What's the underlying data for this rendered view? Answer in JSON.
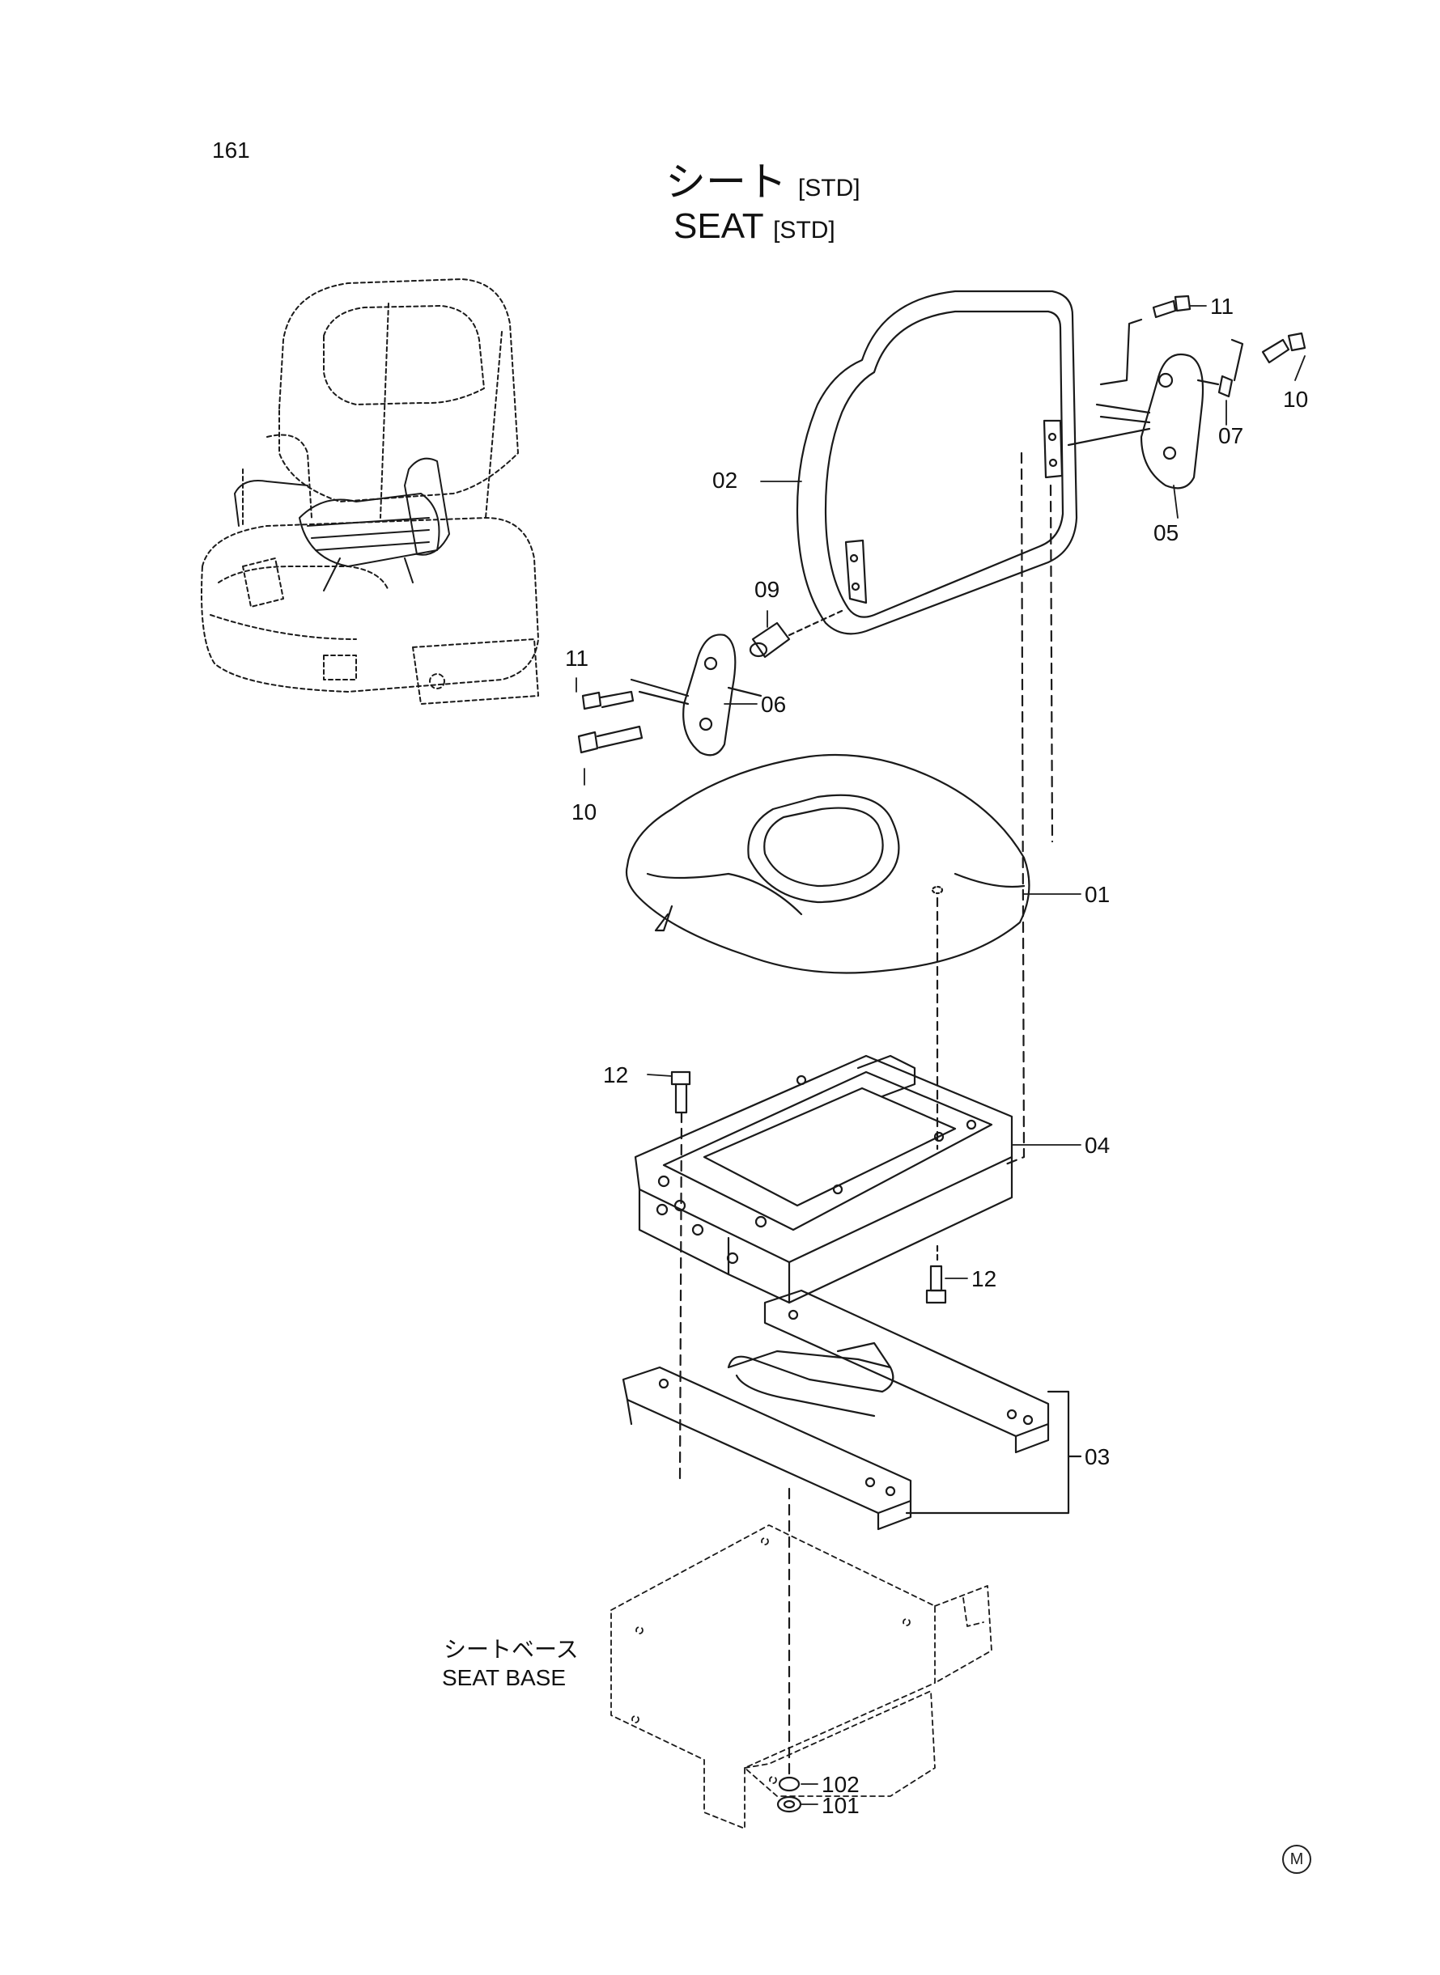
{
  "page_number": "161",
  "title": {
    "japanese": "シート",
    "english": "SEAT",
    "tag": "[STD]"
  },
  "callouts": [
    {
      "id": "11",
      "label": "11"
    },
    {
      "id": "10",
      "label": "10"
    },
    {
      "id": "07",
      "label": "07"
    },
    {
      "id": "05",
      "label": "05"
    },
    {
      "id": "02",
      "label": "02"
    },
    {
      "id": "09",
      "label": "09"
    },
    {
      "id": "06",
      "label": "06"
    },
    {
      "id": "11b",
      "label": "11"
    },
    {
      "id": "10b",
      "label": "10"
    },
    {
      "id": "01",
      "label": "01"
    },
    {
      "id": "12",
      "label": "12"
    },
    {
      "id": "04",
      "label": "04"
    },
    {
      "id": "12b",
      "label": "12"
    },
    {
      "id": "03",
      "label": "03"
    },
    {
      "id": "102",
      "label": "102"
    },
    {
      "id": "101",
      "label": "101"
    }
  ],
  "seat_base_label": {
    "japanese": "シートベース",
    "english": "SEAT BASE"
  },
  "mark": "M"
}
